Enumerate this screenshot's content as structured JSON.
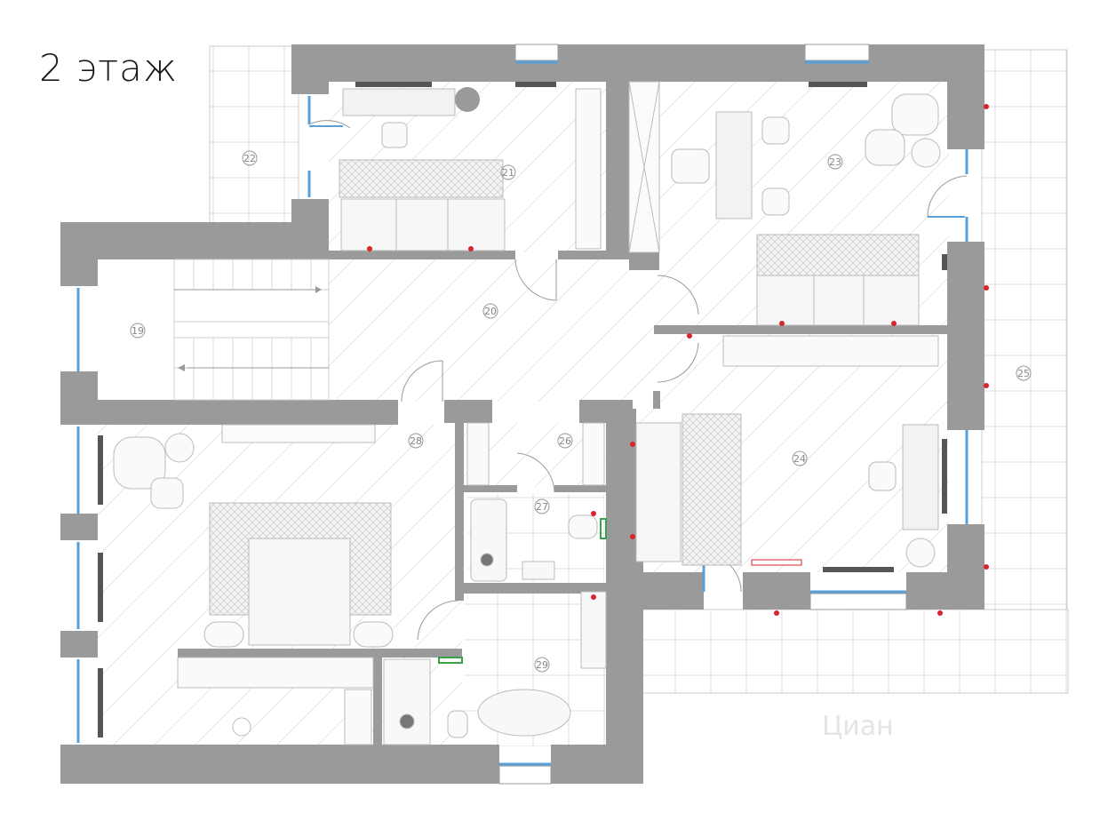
{
  "title": "2 этаж",
  "watermark": "Циан",
  "colors": {
    "wall": "#9a9a9a",
    "floor_line": "#e3e3e3",
    "window": "#5aa0d8",
    "socket": "#d8242b",
    "grid": "#d6d6d6"
  },
  "rooms": [
    {
      "id": "19",
      "label": "19"
    },
    {
      "id": "20",
      "label": "20"
    },
    {
      "id": "21",
      "label": "21"
    },
    {
      "id": "22",
      "label": "22"
    },
    {
      "id": "23",
      "label": "23"
    },
    {
      "id": "24",
      "label": "24"
    },
    {
      "id": "25",
      "label": "25"
    },
    {
      "id": "26",
      "label": "26"
    },
    {
      "id": "27",
      "label": "27"
    },
    {
      "id": "28",
      "label": "28"
    },
    {
      "id": "29",
      "label": "29"
    }
  ]
}
